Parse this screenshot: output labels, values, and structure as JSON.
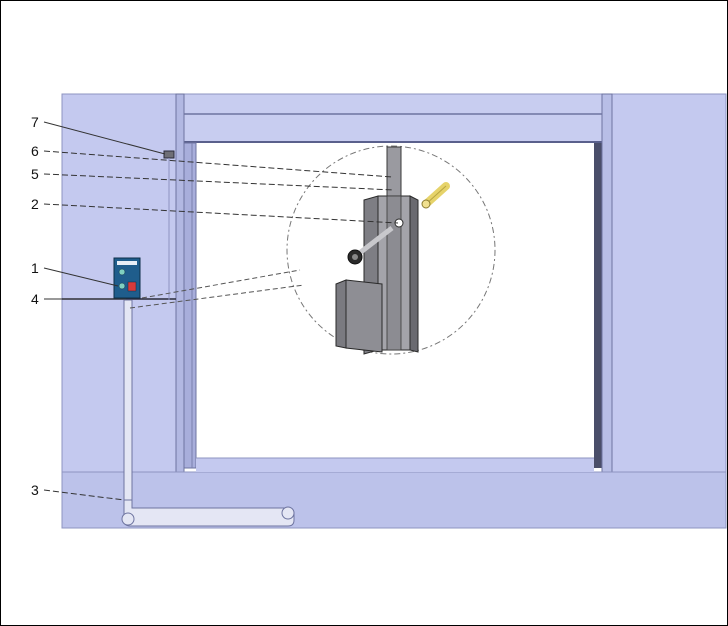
{
  "diagram": {
    "callouts": [
      {
        "id": "7",
        "label": "7"
      },
      {
        "id": "6",
        "label": "6"
      },
      {
        "id": "5",
        "label": "5"
      },
      {
        "id": "2",
        "label": "2"
      },
      {
        "id": "1",
        "label": "1"
      },
      {
        "id": "4",
        "label": "4"
      },
      {
        "id": "3",
        "label": "3"
      }
    ],
    "colors": {
      "wall": "#c3c8ee",
      "wall_dark": "#aab0dc",
      "floor": "#b9bfe8",
      "opening": "#ffffff",
      "rail": "#9aa0c8",
      "metal": "#8a8a8a",
      "accent_yellow": "#e6d36a",
      "control_box": "#1f5d8c",
      "button_red": "#d83a3a"
    }
  }
}
